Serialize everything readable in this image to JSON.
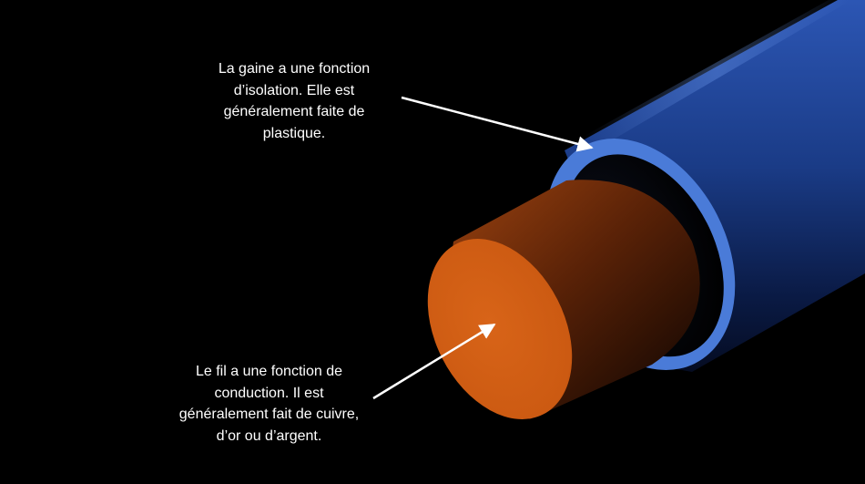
{
  "colors": {
    "background": "#000000",
    "sheath": "#1f3f8a",
    "sheath_ring": "#4a7bd8",
    "conductor_face": "#d05e14",
    "conductor_body": "#8a3a0c",
    "arrow": "#ffffff",
    "text": "#ffffff"
  },
  "callouts": {
    "sheath": {
      "lines": [
        "La gaine a une fonction",
        "d’isolation. Elle est",
        "généralement faite de",
        "plastique."
      ]
    },
    "wire": {
      "lines": [
        "Le fil a une fonction de",
        "conduction. Il est",
        "généralement fait de cuivre,",
        "d’or ou d’argent."
      ]
    }
  }
}
